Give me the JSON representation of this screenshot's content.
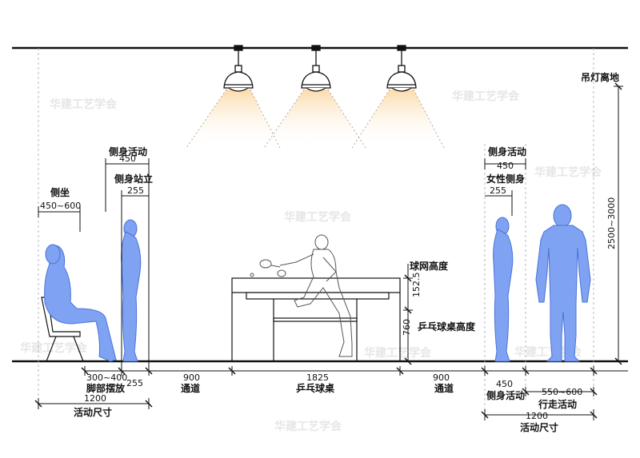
{
  "labels": {
    "side_sit": "侧坐",
    "side_sit_w": "450~600",
    "side_act_l": "侧身活动",
    "side_act_l_w": "450",
    "side_stand": "侧身站立",
    "side_stand_w": "255",
    "feet": "脚部摆放",
    "feet_w": "300~400",
    "stand_w_bottom": "255",
    "act_size_l": "活动尺寸",
    "act_size_l_w": "1200",
    "passage_l": "通道",
    "passage_l_w": "900",
    "table": "乒乓球桌",
    "table_w": "1825",
    "passage_r": "通道",
    "passage_r_w": "900",
    "side_act_r": "侧身活动",
    "side_act_r_w": "450",
    "female_side": "女性侧身",
    "female_side_w": "255",
    "side_act_r_bottom": "侧身活动",
    "side_act_r_bottom_w": "450",
    "walk": "行走活动",
    "walk_w": "550~600",
    "act_size_r": "活动尺寸",
    "act_size_r_w": "1200",
    "net_height": "球网高度",
    "net_height_v": "152.5",
    "table_height": "乒乓球桌高度",
    "table_height_v": "760",
    "lamp_height": "吊灯离地",
    "lamp_height_v": "2500~3000"
  },
  "watermark": "华建工艺学会",
  "colors": {
    "figure": "#7FA3F2",
    "figure_stroke": "#4A72D6",
    "light": "#FBE3C4",
    "line": "#111111"
  }
}
